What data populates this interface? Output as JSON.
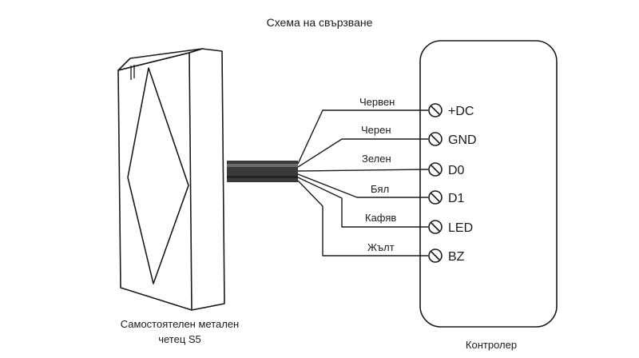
{
  "title": "Схема на свързване",
  "reader": {
    "caption_line1": "Самостоятелен метален",
    "caption_line2": "четец S5"
  },
  "controller": {
    "caption": "Контролер"
  },
  "wires": [
    {
      "color_name": "Червен",
      "terminal": "+DC"
    },
    {
      "color_name": "Черен",
      "terminal": "GND"
    },
    {
      "color_name": "Зелен",
      "terminal": "D0"
    },
    {
      "color_name": "Бял",
      "terminal": "D1"
    },
    {
      "color_name": "Кафяв",
      "terminal": "LED"
    },
    {
      "color_name": "Жълт",
      "terminal": "BZ"
    }
  ],
  "colors": {
    "line": "#1a1a1a",
    "cable": "#3a3a3a",
    "background": "#ffffff"
  }
}
